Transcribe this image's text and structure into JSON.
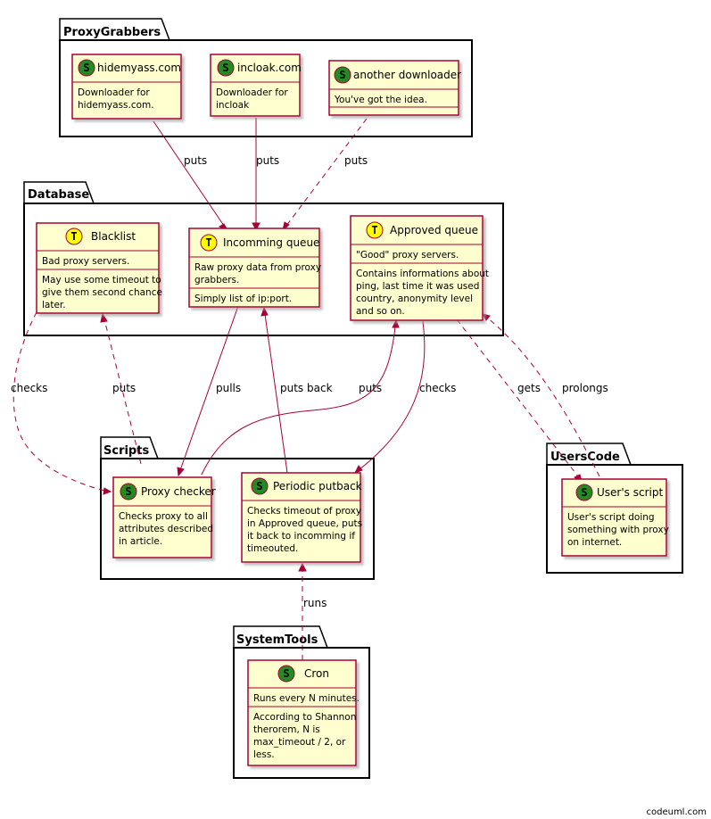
{
  "colors": {
    "node_fill": "#FEFECE",
    "node_border": "#A80036",
    "edge": "#A80036",
    "service_badge": "#228B22",
    "table_badge": "#FFFF00"
  },
  "packages": [
    {
      "id": "proxygrabbers",
      "title": "ProxyGrabbers"
    },
    {
      "id": "database",
      "title": "Database"
    },
    {
      "id": "scripts",
      "title": "Scripts"
    },
    {
      "id": "userscode",
      "title": "UsersCode"
    },
    {
      "id": "systemtools",
      "title": "SystemTools"
    }
  ],
  "nodes": [
    {
      "id": "hidemyass",
      "badge": "S",
      "badge_kind": "service",
      "title": "hidemyass.com",
      "sections": [
        [
          "Downloader for",
          "hidemyass.com."
        ]
      ]
    },
    {
      "id": "incloak",
      "badge": "S",
      "badge_kind": "service",
      "title": "incloak.com",
      "sections": [
        [
          "Downloader for",
          "incloak"
        ]
      ]
    },
    {
      "id": "another",
      "badge": "S",
      "badge_kind": "service",
      "title": "another downloader",
      "sections": [
        [
          "You've got the idea."
        ]
      ]
    },
    {
      "id": "blacklist",
      "badge": "T",
      "badge_kind": "table",
      "title": "Blacklist",
      "sections": [
        [
          "Bad proxy servers."
        ],
        [
          "May use some timeout to",
          "give them second chance",
          "later."
        ]
      ]
    },
    {
      "id": "incomming",
      "badge": "T",
      "badge_kind": "table",
      "title": "Incomming queue",
      "sections": [
        [
          "Raw proxy data from proxy",
          "grabbers."
        ],
        [
          "Simply list of ip:port."
        ]
      ]
    },
    {
      "id": "approved",
      "badge": "T",
      "badge_kind": "table",
      "title": "Approved queue",
      "sections": [
        [
          "\"Good\" proxy servers."
        ],
        [
          "Contains informations about",
          "ping, last time it was used",
          "country, anonymity level",
          "and so on."
        ]
      ]
    },
    {
      "id": "checker",
      "badge": "S",
      "badge_kind": "service",
      "title": "Proxy checker",
      "sections": [
        [
          "Checks proxy to all",
          "attributes described",
          "in article."
        ]
      ]
    },
    {
      "id": "putback",
      "badge": "S",
      "badge_kind": "service",
      "title": "Periodic putback",
      "sections": [
        [
          "Checks timeout of proxy",
          "in Approved queue, puts",
          "it back to incomming if",
          "timeouted."
        ]
      ]
    },
    {
      "id": "userscript",
      "badge": "S",
      "badge_kind": "service",
      "title": "User's script",
      "sections": [
        [
          "User's script doing",
          "something with proxy",
          "on internet."
        ]
      ]
    },
    {
      "id": "cron",
      "badge": "S",
      "badge_kind": "service",
      "title": "Cron",
      "sections": [
        [
          "Runs every N minutes."
        ],
        [
          "According to Shannon",
          "therorem, N is",
          "max_timeout / 2, or",
          "less."
        ]
      ]
    }
  ],
  "edges": [
    {
      "id": "e1",
      "from": "hidemyass",
      "to": "incomming",
      "label": "puts",
      "dashed": false
    },
    {
      "id": "e2",
      "from": "incloak",
      "to": "incomming",
      "label": "puts",
      "dashed": false
    },
    {
      "id": "e3",
      "from": "another",
      "to": "incomming",
      "label": "puts",
      "dashed": true
    },
    {
      "id": "e4",
      "from": "blacklist",
      "to": "checker",
      "label": "checks",
      "dashed": true
    },
    {
      "id": "e5",
      "from": "checker",
      "to": "blacklist",
      "label": "puts",
      "dashed": true
    },
    {
      "id": "e6",
      "from": "incomming",
      "to": "checker",
      "label": "pulls",
      "dashed": false
    },
    {
      "id": "e7",
      "from": "putback",
      "to": "incomming",
      "label": "puts back",
      "dashed": false
    },
    {
      "id": "e8",
      "from": "checker",
      "to": "approved",
      "label": "puts",
      "dashed": false
    },
    {
      "id": "e9",
      "from": "approved",
      "to": "putback",
      "label": "checks",
      "dashed": false
    },
    {
      "id": "e10",
      "from": "approved",
      "to": "userscript",
      "label": "gets",
      "dashed": true
    },
    {
      "id": "e11",
      "from": "userscript",
      "to": "approved",
      "label": "prolongs",
      "dashed": true
    },
    {
      "id": "e12",
      "from": "cron",
      "to": "putback",
      "label": "runs",
      "dashed": true
    }
  ],
  "footer": "codeuml.com"
}
